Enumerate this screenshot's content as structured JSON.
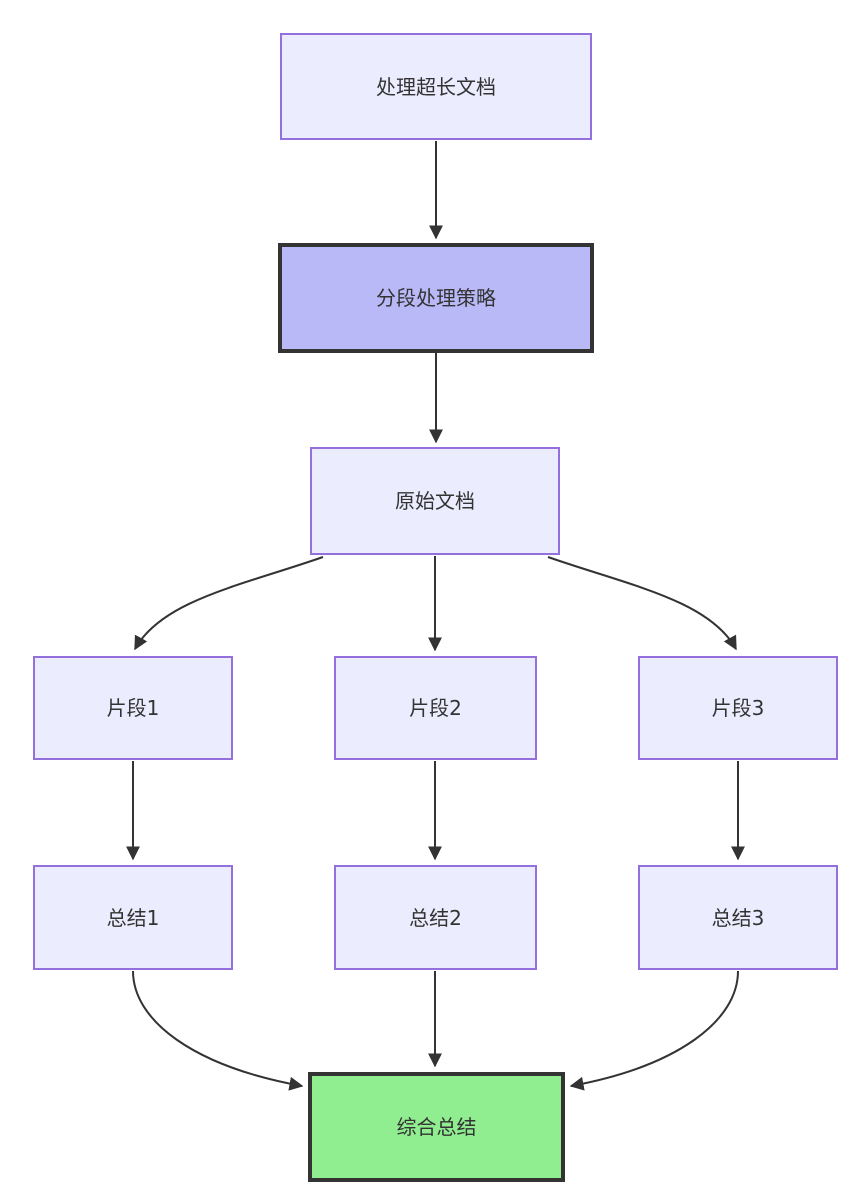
{
  "diagram": {
    "type": "flowchart",
    "direction": "top-down",
    "nodes": [
      {
        "id": "A",
        "label": "处理超长文档",
        "style": "default"
      },
      {
        "id": "B",
        "label": "分段处理策略",
        "style": "emphasis"
      },
      {
        "id": "C",
        "label": "原始文档",
        "style": "default"
      },
      {
        "id": "D1",
        "label": "片段1",
        "style": "default"
      },
      {
        "id": "D2",
        "label": "片段2",
        "style": "default"
      },
      {
        "id": "D3",
        "label": "片段3",
        "style": "default"
      },
      {
        "id": "E1",
        "label": "总结1",
        "style": "default"
      },
      {
        "id": "E2",
        "label": "总结2",
        "style": "default"
      },
      {
        "id": "E3",
        "label": "总结3",
        "style": "default"
      },
      {
        "id": "F",
        "label": "综合总结",
        "style": "success"
      }
    ],
    "edges": [
      {
        "from": "A",
        "to": "B"
      },
      {
        "from": "B",
        "to": "C"
      },
      {
        "from": "C",
        "to": "D1"
      },
      {
        "from": "C",
        "to": "D2"
      },
      {
        "from": "C",
        "to": "D3"
      },
      {
        "from": "D1",
        "to": "E1"
      },
      {
        "from": "D2",
        "to": "E2"
      },
      {
        "from": "D3",
        "to": "E3"
      },
      {
        "from": "E1",
        "to": "F"
      },
      {
        "from": "E2",
        "to": "F"
      },
      {
        "from": "E3",
        "to": "F"
      }
    ],
    "colors": {
      "node_fill": "#ECECFF",
      "node_border": "#9370DB",
      "emphasis_fill": "#b9b9f8",
      "success_fill": "#90EE90",
      "strong_border": "#333333",
      "edge_color": "#333333",
      "text_color": "#333333",
      "background": "#ffffff"
    }
  }
}
